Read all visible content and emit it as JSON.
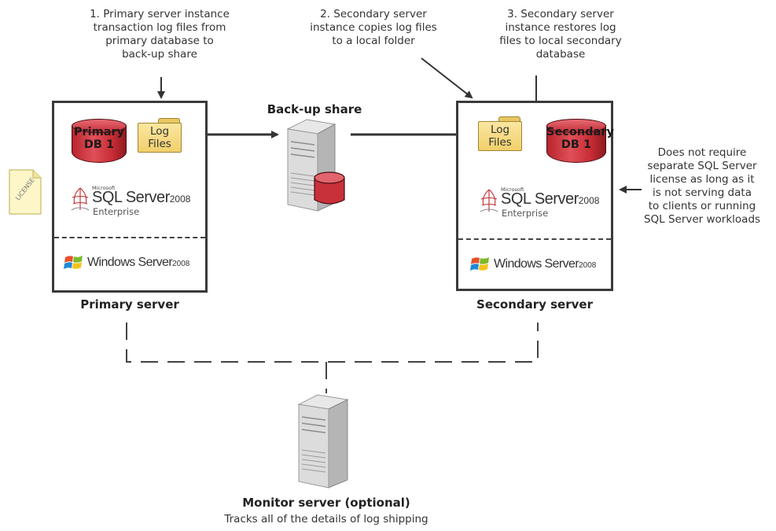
{
  "steps": {
    "step1": [
      "1. Primary server instance",
      "transaction log files from",
      "primary database to",
      "back-up share"
    ],
    "step2": [
      "2. Secondary server",
      "instance copies log files",
      "to a local folder"
    ],
    "step3": [
      "3. Secondary server",
      "instance restores log",
      "files to local secondary",
      "database"
    ]
  },
  "note": [
    "Does not require",
    "separate SQL Server",
    "license as long as it",
    "is not serving data",
    "to clients or running",
    "SQL Server workloads"
  ],
  "primary": {
    "db_line1": "Primary",
    "db_line2": "DB 1",
    "folder_line1": "Log",
    "folder_line2": "Files",
    "label": "Primary server"
  },
  "secondary": {
    "db_line1": "Secondary",
    "db_line2": "DB 1",
    "folder_line1": "Log",
    "folder_line2": "Files",
    "label": "Secondary server"
  },
  "backup_share": {
    "label": "Back-up share"
  },
  "monitor": {
    "label": "Monitor server (optional)",
    "sublabel": "Tracks all of the details of log shipping"
  },
  "sql_logo": {
    "microsoft": "Microsoft",
    "product": "SQL Server",
    "year": "2008",
    "edition": "Enterprise"
  },
  "windows_logo": {
    "product": "Windows Server",
    "year": "2008"
  },
  "license_tag": "LICENSE",
  "colors": {
    "database_red": "#c8303a",
    "folder_yellow": "#f1cf6a",
    "border": "#3a3a3a"
  }
}
